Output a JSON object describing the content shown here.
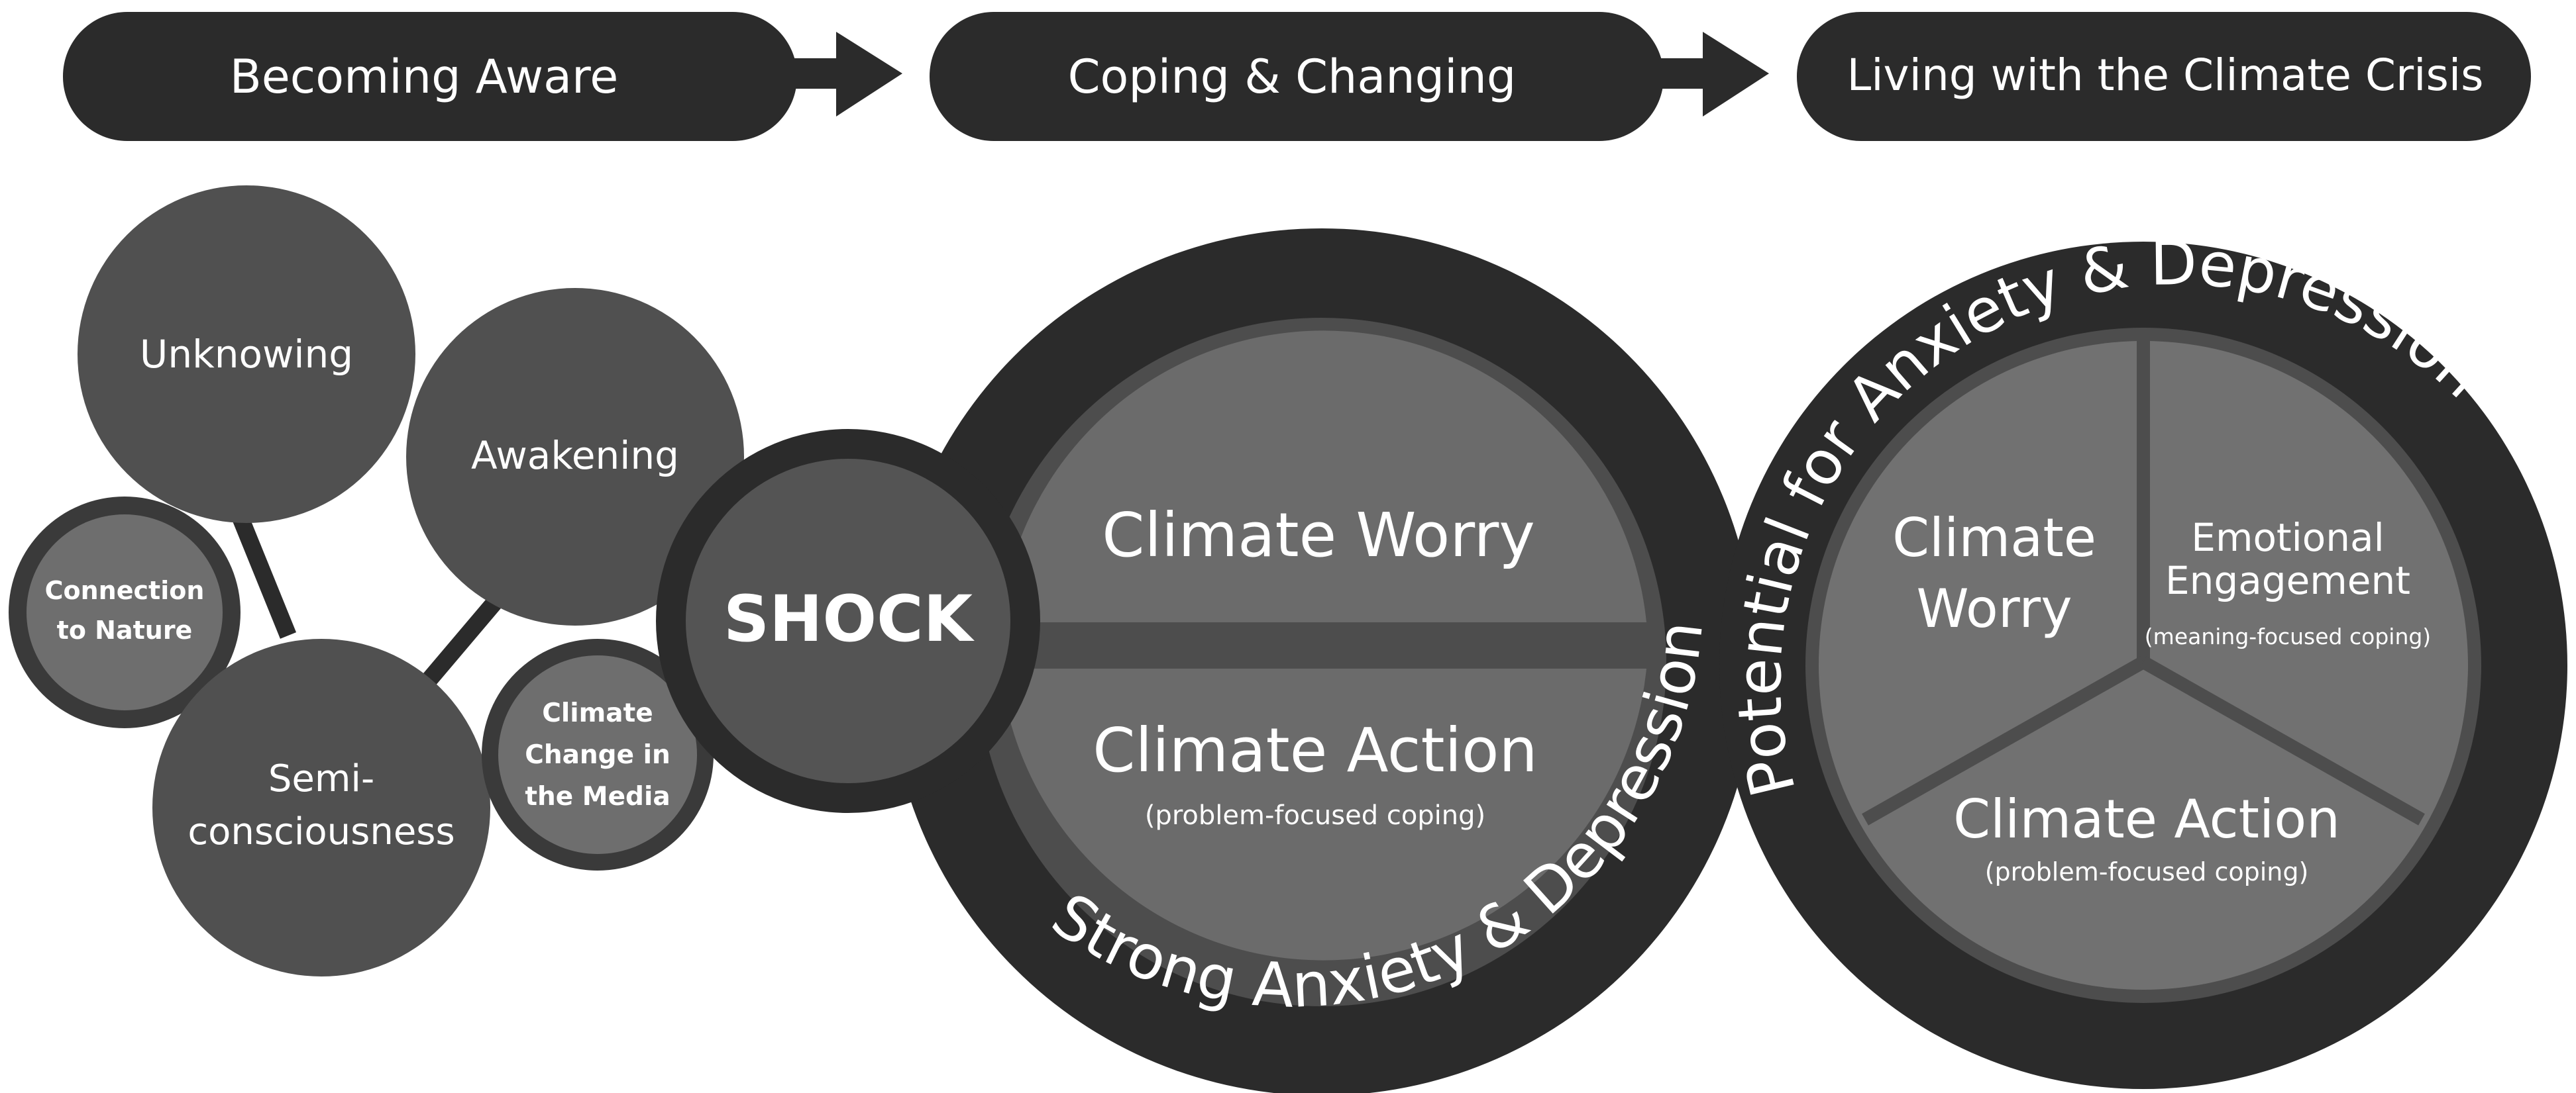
{
  "stages": [
    {
      "label": "Becoming Aware"
    },
    {
      "label": "Coping & Changing"
    },
    {
      "label": "Living with the Climate Crisis"
    }
  ],
  "bubbles": {
    "unknowing": "Unknowing",
    "awakening": "Awakening",
    "connection_line1": "Connection",
    "connection_line2": "to Nature",
    "semi_line1": "Semi-",
    "semi_line2": "consciousness",
    "media_line1": "Climate",
    "media_line2": "Change in",
    "media_line3": "the Media",
    "shock": "SHOCK"
  },
  "coping": {
    "worry": "Climate Worry",
    "action": "Climate Action",
    "action_sub": "(problem-focused coping)",
    "ring_label": "Strong Anxiety & Depression"
  },
  "living": {
    "ring_label": "Potential for Anxiety & Depression",
    "worry_line1": "Climate",
    "worry_line2": "Worry",
    "emotional_line1": "Emotional",
    "emotional_line2": "Engagement",
    "emotional_sub": "(meaning-focused coping)",
    "action": "Climate Action",
    "action_sub": "(problem-focused coping)"
  },
  "colors": {
    "dark": "#2b2b2b",
    "mid": "#4b4b4b",
    "mid2": "#545454",
    "light": "#6b6b6b",
    "lighter": "#717171",
    "text": "#ffffff"
  }
}
